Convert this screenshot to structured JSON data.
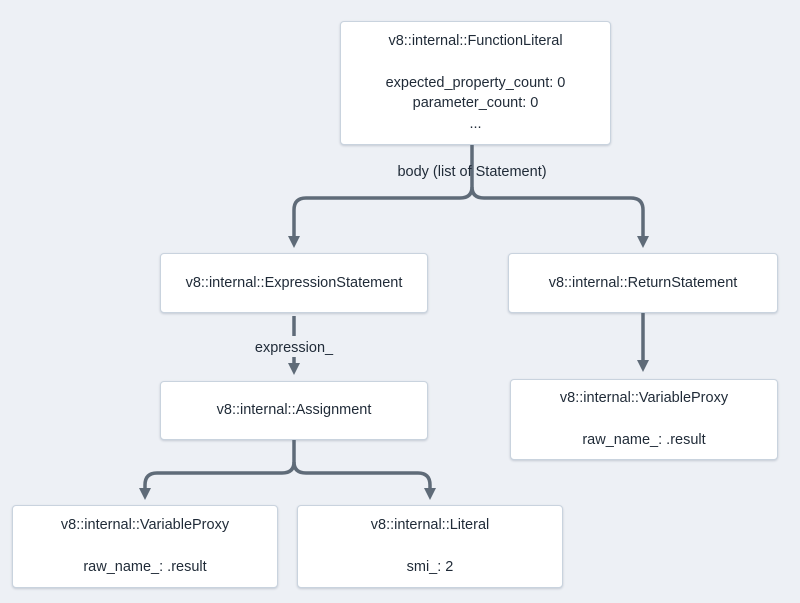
{
  "diagram": {
    "colors": {
      "background": "#edf0f5",
      "arrow": "#5f6b78",
      "box_border": "#c9d3de",
      "box_fill": "#ffffff",
      "text": "#1f2a37"
    },
    "nodes": {
      "function_literal": {
        "title": "v8::internal::FunctionLiteral",
        "fields": [
          "expected_property_count: 0",
          "parameter_count: 0",
          "..."
        ]
      },
      "expression_statement": {
        "title": "v8::internal::ExpressionStatement"
      },
      "return_statement": {
        "title": "v8::internal::ReturnStatement"
      },
      "assignment": {
        "title": "v8::internal::Assignment"
      },
      "variable_proxy_left": {
        "title": "v8::internal::VariableProxy",
        "fields": [
          "raw_name_: .result"
        ]
      },
      "literal": {
        "title": "v8::internal::Literal",
        "fields": [
          "smi_: 2"
        ]
      },
      "variable_proxy_right": {
        "title": "v8::internal::VariableProxy",
        "fields": [
          "raw_name_: .result"
        ]
      }
    },
    "edges": {
      "body_label": "body (list of Statement)",
      "expression_label": "expression_"
    }
  }
}
